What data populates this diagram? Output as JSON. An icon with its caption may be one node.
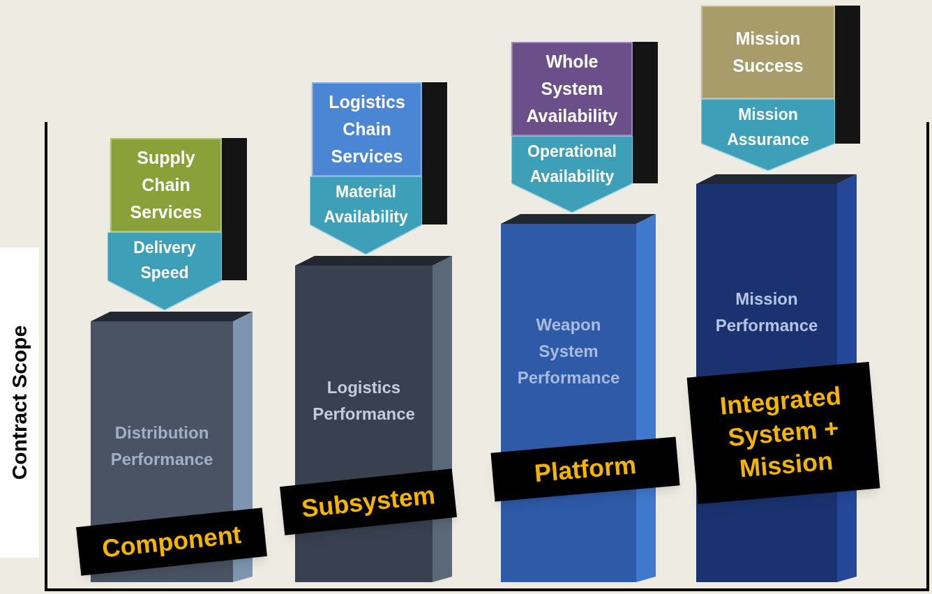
{
  "diagram": {
    "nodes": [
      {
        "text": [
          "Supply Chain Services"
        ]
      },
      {
        "text": [
          "Delivery Speed"
        ]
      },
      {
        "text": [
          "Distribution Performance"
        ]
      },
      {
        "text": [
          "Component"
        ]
      },
      {
        "text": [
          "Logistics Chain Services"
        ]
      },
      {
        "text": [
          "Material Availability"
        ]
      },
      {
        "text": [
          "Logistics Performance"
        ]
      },
      {
        "text": [
          "Subsystem"
        ]
      },
      {
        "text": [
          "Whole System Availability"
        ]
      },
      {
        "text": [
          "Operational Availability"
        ]
      },
      {
        "text": [
          "Weapon System Performance"
        ]
      },
      {
        "text": [
          "Platform"
        ]
      },
      {
        "text": [
          "Mission Success"
        ]
      },
      {
        "text": [
          "Mission Assurance"
        ]
      },
      {
        "text": [
          "Mission Performance"
        ]
      },
      {
        "text": [
          "Integrated System + Mission"
        ]
      }
    ],
    "labels": [
      "Contract Scope"
    ]
  }
}
